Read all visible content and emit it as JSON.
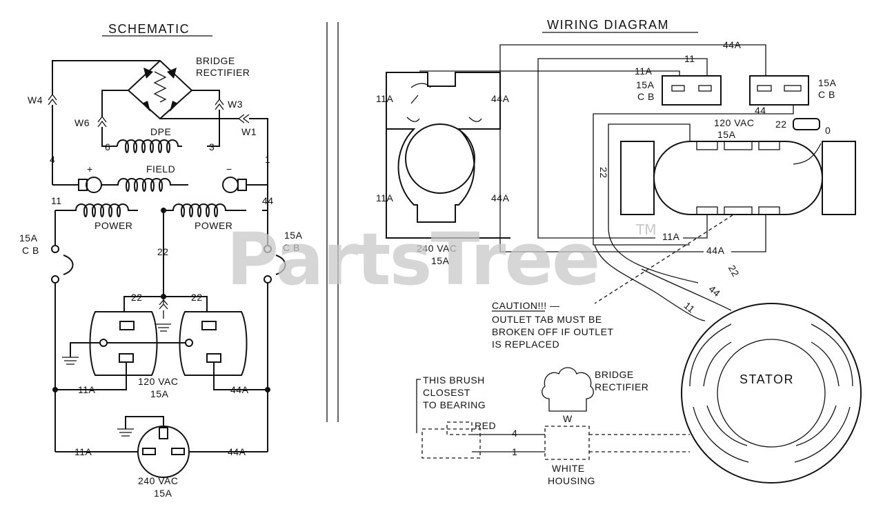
{
  "schematic": {
    "title": "SCHEMATIC",
    "bridge_rectifier": "BRIDGE",
    "bridge_rectifier_2": "RECTIFIER",
    "w4": "W4",
    "w6": "W6",
    "w3": "W3",
    "w1": "W1",
    "dpe": "DPE",
    "dpe_left": "6",
    "dpe_right": "3",
    "wire_4": "4",
    "wire_1": "1",
    "field": "FIELD",
    "plus": "+",
    "minus": "−",
    "wire_11": "11",
    "wire_44": "44",
    "power_left": "POWER",
    "power_right": "POWER",
    "cb_left_amp": "15A",
    "cb_left_label": "C B",
    "cb_right_amp": "15A",
    "cb_right_label": "C B",
    "wire_22": "22",
    "wire_22_left": "22",
    "wire_22_right": "22",
    "wire_11a": "11A",
    "wire_44a": "44A",
    "outlet_120_volt": "120 VAC",
    "outlet_120_amp": "15A",
    "wire_11a_bottom": "11A",
    "wire_44a_bottom": "44A",
    "outlet_240_volt": "240 VAC",
    "outlet_240_amp": "15A"
  },
  "wiring": {
    "title": "WIRING DIAGRAM",
    "w_44a_top": "44A",
    "w_11_top": "11",
    "w_11a_top": "11A",
    "cb_left_amp": "15A",
    "cb_left_label": "C B",
    "cb_right_amp": "15A",
    "cb_right_label": "C B",
    "w_44_mid": "44",
    "outlet_120_volt": "120 VAC",
    "outlet_120_amp": "15A",
    "w_22_plug": "22",
    "w_0": "0",
    "w_22_side": "22",
    "w_11a_left_top": "11A",
    "w_44a_left_top": "44A",
    "w_11a_left_bot": "11A",
    "w_44a_left_bot": "44A",
    "outlet_240_volt": "240 VAC",
    "outlet_240_amp": "15A",
    "w_11a_run": "11A",
    "w_44a_run": "44A",
    "stator_22": "22",
    "stator_44": "44",
    "stator_11": "11",
    "caution_title": "CAUTION!!! —",
    "caution_line1": "OUTLET TAB MUST BE",
    "caution_line2": "BROKEN OFF IF OUTLET",
    "caution_line3": "IS REPLACED",
    "stator": "STATOR",
    "brush_line1": "THIS BRUSH",
    "brush_line2": "CLOSEST",
    "brush_line3": "TO BEARING",
    "bridge_line1": "BRIDGE",
    "bridge_line2": "RECTIFIER",
    "w_label": "W",
    "red": "RED",
    "brush_4": "4",
    "brush_1": "1",
    "housing_line1": "WHITE",
    "housing_line2": "HOUSING"
  },
  "watermark": {
    "text": "PartsTree",
    "tm": "TM"
  }
}
